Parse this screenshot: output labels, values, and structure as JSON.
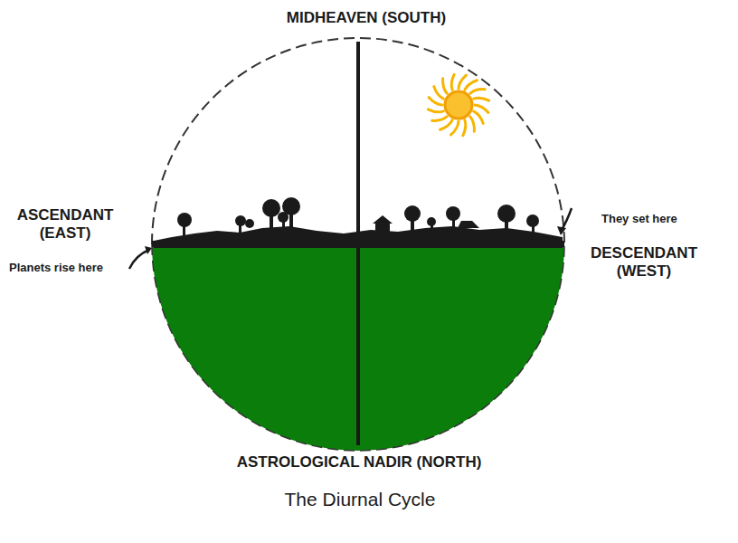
{
  "diagram": {
    "caption": "The Diurnal Cycle",
    "labels": [
      "MIDHEAVEN (SOUTH)",
      "ASCENDANT (EAST)",
      "Planets rise here",
      "They set here",
      "DESCENDANT (WEST)",
      "ASTROLOGICAL NADIR (NORTH)"
    ]
  }
}
